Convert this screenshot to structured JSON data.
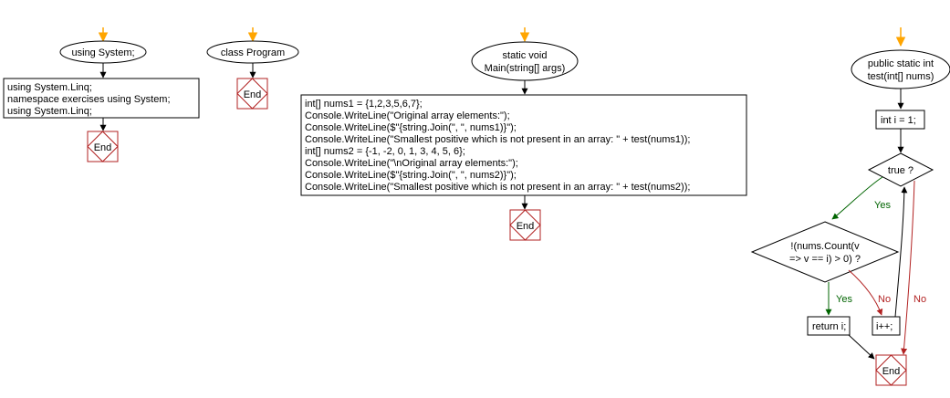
{
  "colors": {
    "start_arrow": "#ffa500",
    "edge_default": "#000000",
    "edge_yes": "#006400",
    "edge_no": "#b22222",
    "end_border": "#b22222"
  },
  "using_system": {
    "start": "using System;",
    "body": [
      "using System.Linq;",
      "namespace exercises using System;",
      "using System.Linq;"
    ],
    "end": "End"
  },
  "class_program": {
    "start": "class Program",
    "end": "End"
  },
  "main": {
    "start": [
      "static void",
      "Main(string[] args)"
    ],
    "body": [
      "int[] nums1 = {1,2,3,5,6,7};",
      "Console.WriteLine(\"Original array elements:\");",
      "Console.WriteLine($\"{string.Join(\", \", nums1)}\");",
      "Console.WriteLine(\"Smallest positive which is not present in an array: \" + test(nums1));",
      "int[] nums2 = {-1, -2, 0, 1, 3, 4, 5, 6};",
      "Console.WriteLine(\"\\nOriginal array elements:\");",
      "Console.WriteLine($\"{string.Join(\", \", nums2)}\");",
      "Console.WriteLine(\"Smallest positive which is not present in an array: \" + test(nums2));"
    ],
    "end": "End"
  },
  "test": {
    "start": [
      "public static int",
      "test(int[] nums)"
    ],
    "init": "int i = 1;",
    "loop_condition": "true ?",
    "inner_condition": [
      "!(nums.Count(v",
      "=> v == i) > 0) ?"
    ],
    "return_stmt": "return i;",
    "increment": "i++;",
    "end": "End",
    "labels": {
      "loop_yes": "Yes",
      "inner_yes": "Yes",
      "inner_no": "No",
      "loop_no": "No"
    }
  }
}
